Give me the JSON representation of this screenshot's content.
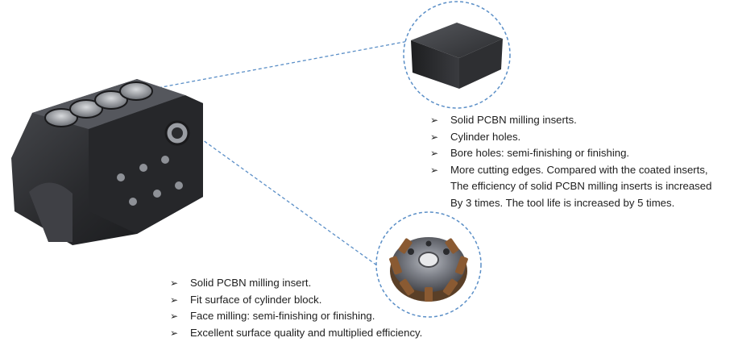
{
  "bullet_glyph": "➢",
  "colors": {
    "dash_line": "#5b8fc7",
    "engine_body": "#2b2c2f",
    "insert_body": "#333538",
    "cutter_body": "#6e4a2c"
  },
  "images": {
    "engine_block": "cylinder-block-photo",
    "pcbn_insert": "square-pcbn-insert-photo",
    "face_mill_cutter": "face-milling-cutter-photo"
  },
  "insert_bullets": [
    {
      "lines": [
        "Solid PCBN milling inserts."
      ]
    },
    {
      "lines": [
        "Cylinder holes."
      ]
    },
    {
      "lines": [
        "Bore holes: semi-finishing or finishing."
      ]
    },
    {
      "lines": [
        "More cutting edges. Compared with the coated inserts,",
        "The efficiency of solid PCBN milling inserts is increased",
        "By 3 times. The tool life is increased by 5 times."
      ]
    }
  ],
  "cutter_bullets": [
    {
      "lines": [
        "Solid PCBN milling insert."
      ]
    },
    {
      "lines": [
        "Fit surface of cylinder block."
      ]
    },
    {
      "lines": [
        "Face milling: semi-finishing or finishing."
      ]
    },
    {
      "lines": [
        "Excellent surface quality and multiplied efficiency."
      ]
    }
  ]
}
